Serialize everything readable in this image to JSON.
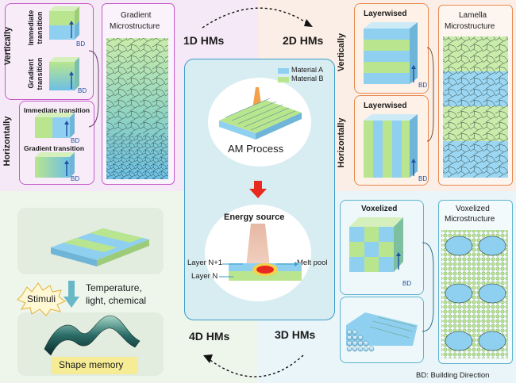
{
  "quadrants": {
    "hm1": {
      "title": "1D HMs",
      "vertical_label": "Vertically",
      "horizontal_label": "Horizontally",
      "immediate_transition_v": [
        "Immediate",
        "transition"
      ],
      "gradient_transition_v": [
        "Gradient",
        "transition"
      ],
      "immediate_transition_h": "Immediate transition",
      "gradient_transition_h": "Gradient transition",
      "microstructure_title": [
        "Gradient",
        "Microstructure"
      ],
      "bd": "BD"
    },
    "hm2": {
      "title": "2D HMs",
      "layerwised_top": "Layerwised",
      "layerwised_bottom": "Layerwised",
      "vertical_label": "Vertically",
      "horizontal_label": "Horizontally",
      "microstructure_title": [
        "Lamella",
        "Microstructure"
      ],
      "bd": "BD"
    },
    "hm3": {
      "title": "3D HMs",
      "voxelized": "Voxelized",
      "microstructure_title": [
        "Voxelized",
        "Microstructure"
      ],
      "bd": "BD",
      "footnote": "BD: Building Direction"
    },
    "hm4": {
      "title": "4D HMs",
      "stimuli": "Stimuli",
      "stimuli_types": [
        "Temperature,",
        "light, chemical"
      ],
      "shape_memory": "Shape memory"
    }
  },
  "center": {
    "legend": [
      "Material A",
      "Material B"
    ],
    "am_process": "AM Process",
    "energy_source": "Energy source",
    "layer_n1": "Layer N+1",
    "layer_n": "Layer N",
    "melt_pool": "Melt pool"
  },
  "colors": {
    "material_a": "#8fd0f0",
    "material_b": "#b9e58e",
    "q1_bg": "#f6e9f7",
    "q2_bg": "#fbeee6",
    "q3_bg": "#e7f4f8",
    "q4_bg": "#eaf4ea",
    "magenta_border": "#c65bc9",
    "orange_border": "#e8894f",
    "teal_border": "#5fb3cf",
    "arrow_red": "#e8291f"
  }
}
